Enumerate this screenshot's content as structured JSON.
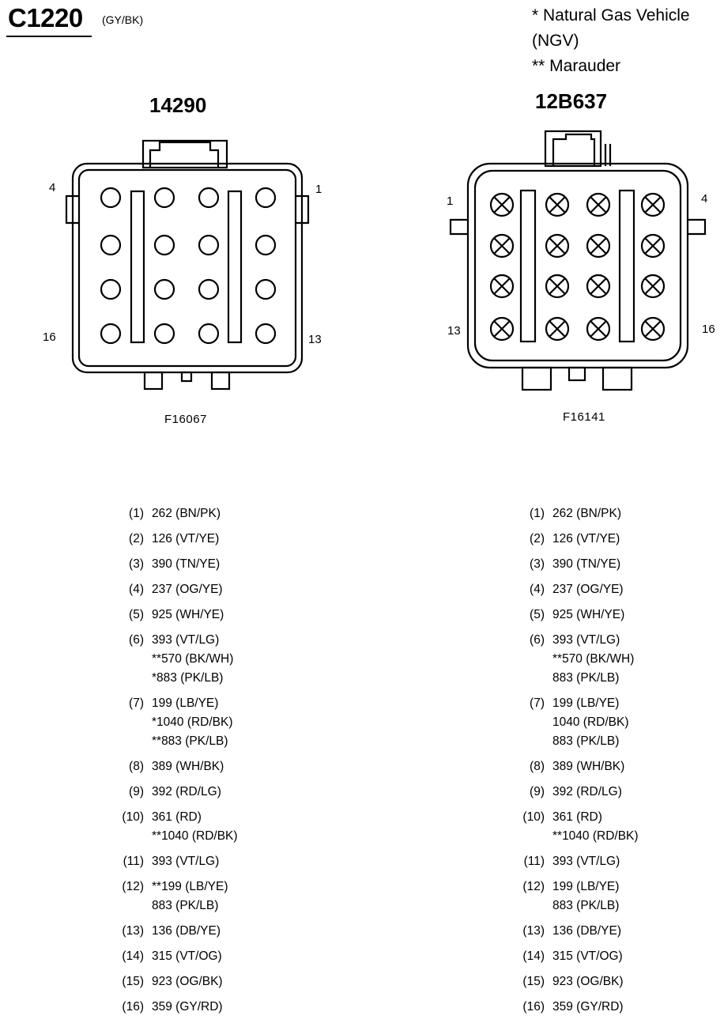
{
  "header": {
    "connector_id": "C1220",
    "connector_color": "(GY/BK)",
    "notes": [
      "* Natural Gas Vehicle",
      "(NGV)",
      "** Marauder"
    ]
  },
  "left": {
    "part_number": "14290",
    "figure_id": "F16067",
    "cavity_labels": {
      "top_left": "4",
      "top_right": "1",
      "bottom_left": "16",
      "bottom_right": "13"
    }
  },
  "right": {
    "part_number": "12B637",
    "figure_id": "F16141",
    "cavity_labels": {
      "top_left": "1",
      "top_right": "4",
      "bottom_left": "13",
      "bottom_right": "16"
    }
  },
  "pinout_left": [
    {
      "pin": "(1)",
      "wires": [
        "262 (BN/PK)"
      ]
    },
    {
      "pin": "(2)",
      "wires": [
        "126 (VT/YE)"
      ]
    },
    {
      "pin": "(3)",
      "wires": [
        "390 (TN/YE)"
      ]
    },
    {
      "pin": "(4)",
      "wires": [
        "237 (OG/YE)"
      ]
    },
    {
      "pin": "(5)",
      "wires": [
        "925 (WH/YE)"
      ]
    },
    {
      "pin": "(6)",
      "wires": [
        "393 (VT/LG)",
        "**570 (BK/WH)",
        "*883 (PK/LB)"
      ]
    },
    {
      "pin": "(7)",
      "wires": [
        "199 (LB/YE)",
        "*1040 (RD/BK)",
        "**883 (PK/LB)"
      ]
    },
    {
      "pin": "(8)",
      "wires": [
        "389 (WH/BK)"
      ]
    },
    {
      "pin": "(9)",
      "wires": [
        "392 (RD/LG)"
      ]
    },
    {
      "pin": "(10)",
      "wires": [
        "361 (RD)",
        "**1040 (RD/BK)"
      ]
    },
    {
      "pin": "(11)",
      "wires": [
        "393 (VT/LG)"
      ]
    },
    {
      "pin": "(12)",
      "wires": [
        "**199 (LB/YE)",
        "883 (PK/LB)"
      ]
    },
    {
      "pin": "(13)",
      "wires": [
        "136 (DB/YE)"
      ]
    },
    {
      "pin": "(14)",
      "wires": [
        "315 (VT/OG)"
      ]
    },
    {
      "pin": "(15)",
      "wires": [
        "923 (OG/BK)"
      ]
    },
    {
      "pin": "(16)",
      "wires": [
        "359 (GY/RD)"
      ]
    }
  ],
  "pinout_right": [
    {
      "pin": "(1)",
      "wires": [
        "262 (BN/PK)"
      ]
    },
    {
      "pin": "(2)",
      "wires": [
        "126 (VT/YE)"
      ]
    },
    {
      "pin": "(3)",
      "wires": [
        "390 (TN/YE)"
      ]
    },
    {
      "pin": "(4)",
      "wires": [
        "237 (OG/YE)"
      ]
    },
    {
      "pin": "(5)",
      "wires": [
        "925 (WH/YE)"
      ]
    },
    {
      "pin": "(6)",
      "wires": [
        "393 (VT/LG)",
        "**570 (BK/WH)",
        "883 (PK/LB)"
      ]
    },
    {
      "pin": "(7)",
      "wires": [
        "199 (LB/YE)",
        "1040 (RD/BK)",
        "883 (PK/LB)"
      ]
    },
    {
      "pin": "(8)",
      "wires": [
        "389 (WH/BK)"
      ]
    },
    {
      "pin": "(9)",
      "wires": [
        "392 (RD/LG)"
      ]
    },
    {
      "pin": "(10)",
      "wires": [
        "361 (RD)",
        "**1040 (RD/BK)"
      ]
    },
    {
      "pin": "(11)",
      "wires": [
        "393 (VT/LG)"
      ]
    },
    {
      "pin": "(12)",
      "wires": [
        "199 (LB/YE)",
        "883 (PK/LB)"
      ]
    },
    {
      "pin": "(13)",
      "wires": [
        "136 (DB/YE)"
      ]
    },
    {
      "pin": "(14)",
      "wires": [
        "315 (VT/OG)"
      ]
    },
    {
      "pin": "(15)",
      "wires": [
        "923 (OG/BK)"
      ]
    },
    {
      "pin": "(16)",
      "wires": [
        "359 (GY/RD)"
      ]
    }
  ]
}
